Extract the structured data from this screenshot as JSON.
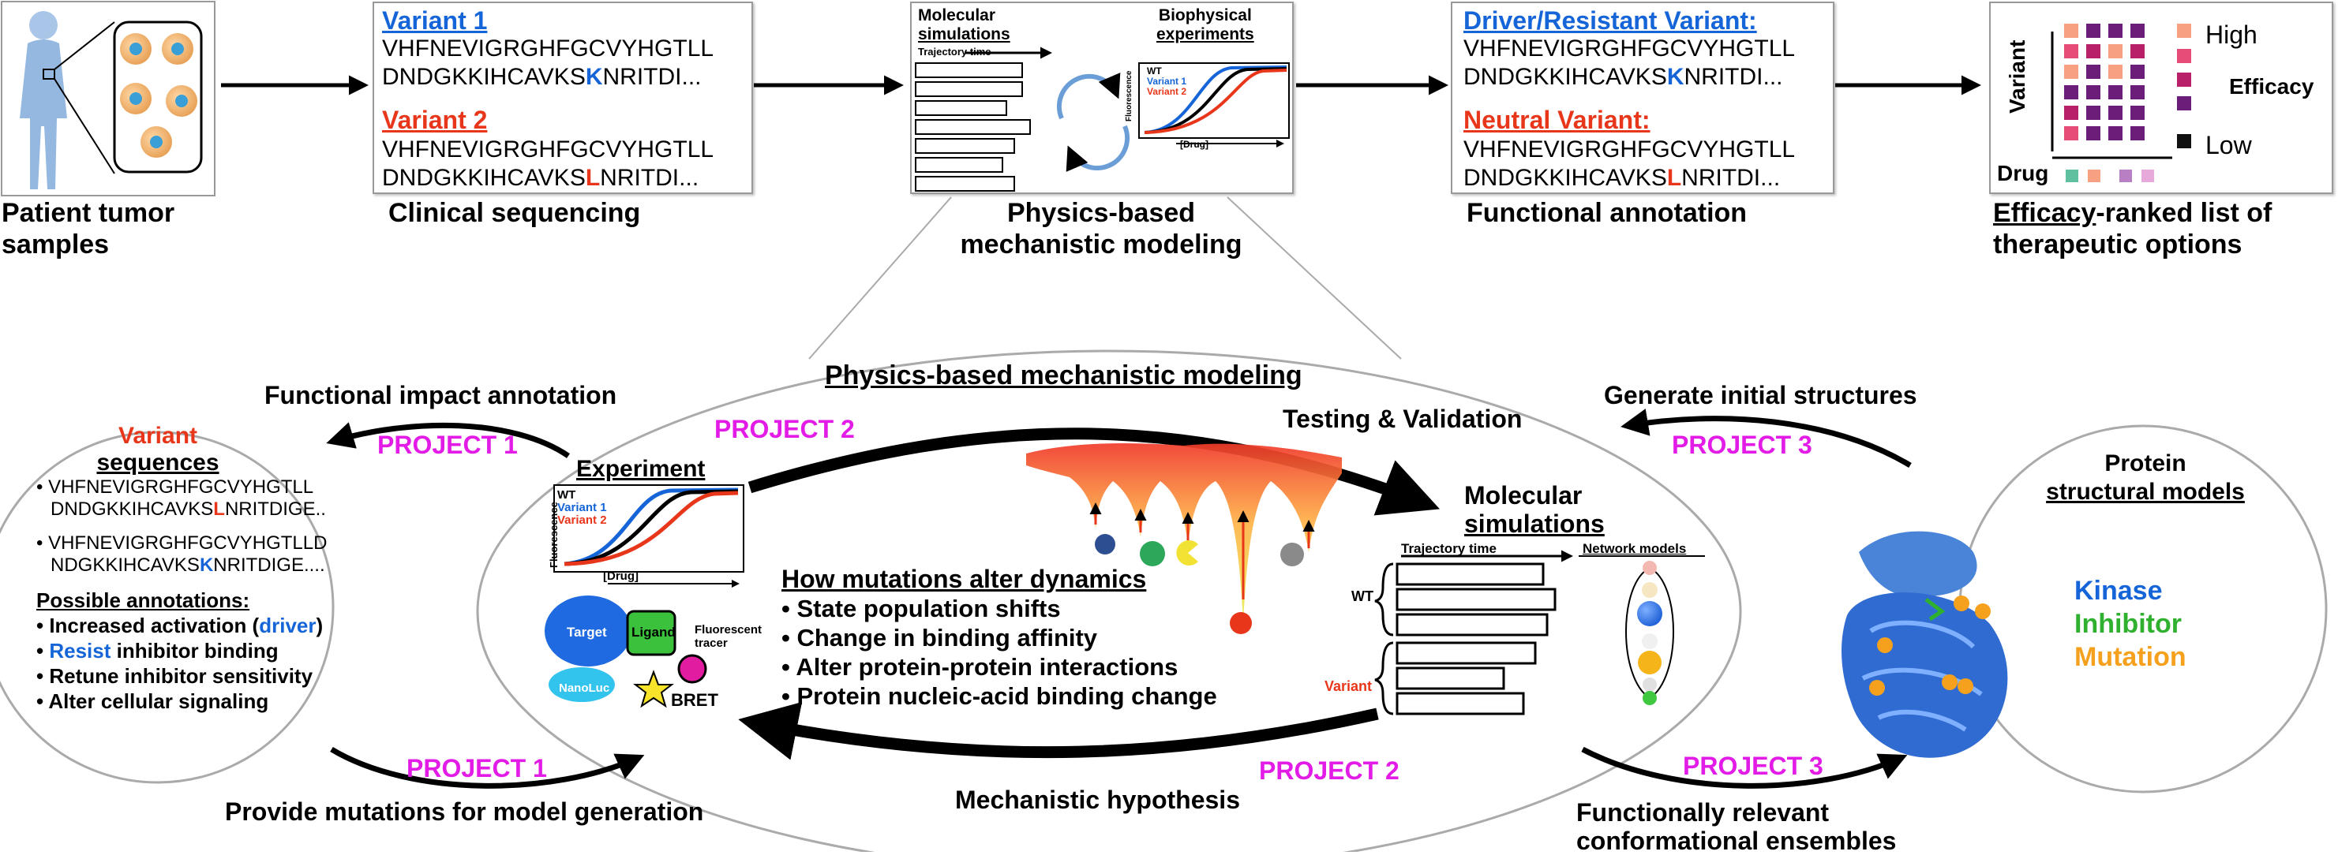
{
  "top": {
    "patient": {
      "caption": [
        "Patient tumor",
        "samples"
      ]
    },
    "clinical": {
      "v1_title": "Variant 1",
      "v1_line1": "VHFNEVIGRGHFGCVYHGTLL",
      "v1_line2_pre": "DNDGKKIHCAVKS",
      "v1_mut": "K",
      "v1_line2_post": "NRITDI...",
      "v2_title": "Variant 2",
      "v2_line1": "VHFNEVIGRGHFGCVYHGTLL",
      "v2_line2_pre": "DNDGKKIHCAVKS",
      "v2_mut": "L",
      "v2_line2_post": "NRITDI...",
      "caption": "Clinical sequencing"
    },
    "physics": {
      "mol_sim": [
        "Molecular",
        "simulations"
      ],
      "traj": "Trajectory time",
      "bio": [
        "Biophysical",
        "experiments"
      ],
      "legend": [
        "WT",
        "Variant 1",
        "Variant 2"
      ],
      "yaxis": "Fluorescence",
      "xaxis": "[Drug]",
      "caption": [
        "Physics-based",
        "mechanistic modeling"
      ]
    },
    "functional": {
      "driver_title": "Driver/Resistant Variant:",
      "d_line1": "VHFNEVIGRGHFGCVYHGTLL",
      "d_line2_pre": "DNDGKKIHCAVKS",
      "d_mut": "K",
      "d_line2_post": "NRITDI...",
      "neutral_title": "Neutral Variant:",
      "n_line1": "VHFNEVIGRGHFGCVYHGTLL",
      "n_line2_pre": "DNDGKKIHCAVKS",
      "n_mut": "L",
      "n_line2_post": "NRITDI...",
      "caption": "Functional annotation"
    },
    "efficacy": {
      "variant": "Variant",
      "drug": "Drug",
      "high": "High",
      "efficacy": "Efficacy",
      "low": "Low",
      "caption_u": "Efficacy",
      "caption_rest": "-ranked list of",
      "caption2": "therapeutic options"
    }
  },
  "bottom": {
    "center_title": "Physics-based mechanistic modeling",
    "experiment": "Experiment",
    "legend": [
      "WT",
      "Variant 1",
      "Variant 2"
    ],
    "yaxis": "Fluorescence",
    "xaxis": "[Drug]",
    "bret": {
      "target": "Target",
      "ligand": "Ligand",
      "tracer": [
        "Fluorescent",
        "tracer"
      ],
      "nanoluc": "NanoLuc",
      "bret": "BRET"
    },
    "how_title": "How mutations alter dynamics",
    "how_items": [
      "State population shifts",
      "Change in binding affinity",
      "Alter protein-protein interactions",
      "Protein nucleic-acid binding change"
    ],
    "testing": "Testing & Validation",
    "mechanistic": "Mechanistic hypothesis",
    "molsim": [
      "Molecular",
      "simulations"
    ],
    "traj": "Trajectory time",
    "network": "Network models",
    "wt": "WT",
    "variant": "Variant",
    "left": {
      "title": [
        "Variant",
        "sequences"
      ],
      "s1_line1": "VHFNEVIGRGHFGCVYHGTLL",
      "s1_pre": "DNDGKKIHCAVKS",
      "s1_mut": "L",
      "s1_post": "NRITDIGE..",
      "s2_line1": "VHFNEVIGRGHFGCVYHGTLLD",
      "s2_pre": "NDGKKIHCAVKS",
      "s2_mut": "K",
      "s2_post": "NRITDIGE....",
      "ann_title": "Possible annotations:",
      "ann1_pre": "Increased activation (",
      "ann1_hl": "driver",
      "ann1_post": ")",
      "ann2_hl": "Resist",
      "ann2_post": " inhibitor binding",
      "ann3": "Retune inhibitor sensitivity",
      "ann4": "Alter cellular signaling"
    },
    "right": {
      "title": [
        "Protein",
        "structural models"
      ],
      "kinase": "Kinase",
      "inhibitor": "Inhibitor",
      "mutation": "Mutation"
    },
    "arrows": {
      "func_impact": "Functional impact annotation",
      "provide": "Provide mutations for model generation",
      "generate": "Generate initial structures",
      "ensembles": [
        "Functionally relevant",
        "conformational ensembles"
      ],
      "project1": "PROJECT 1",
      "project2": "PROJECT 2",
      "project3": "PROJECT 3"
    }
  },
  "colors": {
    "blue": "#1565d8",
    "red": "#e8361b",
    "magenta": "#e21ce6",
    "green": "#2fb12f",
    "orange": "#f5a11e"
  }
}
